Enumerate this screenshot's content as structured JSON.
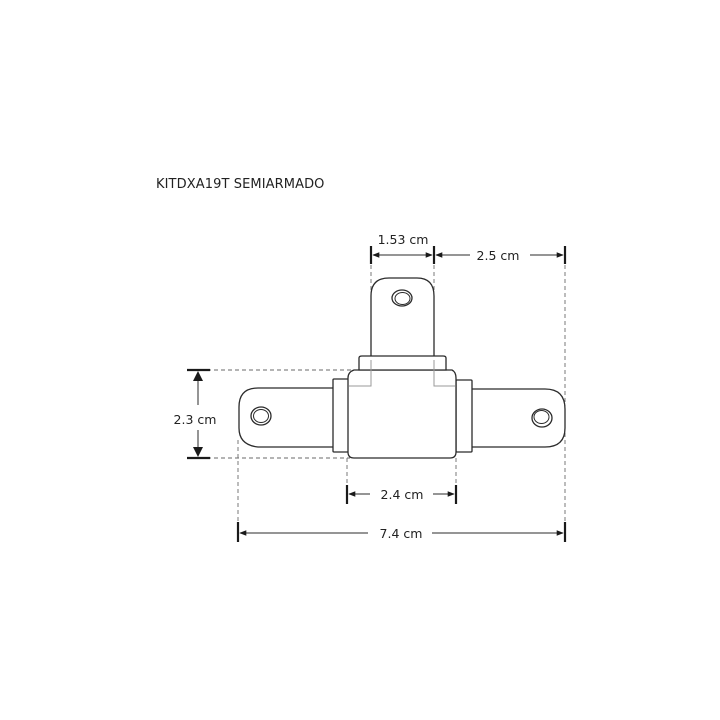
{
  "title": "KITDXA19T SEMIARMADO",
  "colors": {
    "background": "#ffffff",
    "line": "#2b2b2b",
    "text": "#222222",
    "hidden_line": "#9a9a9a"
  },
  "dimensions": {
    "top_tab_width": "1.53 cm",
    "top_right_offset": "2.5 cm",
    "height": "2.3 cm",
    "body_width": "2.4 cm",
    "total_width": "7.4 cm"
  },
  "diagram": {
    "subject": "T-shaped connector with three mounting tabs",
    "components": [
      "top-tab",
      "left-tab",
      "right-tab",
      "center-body",
      "top-collar",
      "left-collar",
      "right-collar"
    ]
  }
}
